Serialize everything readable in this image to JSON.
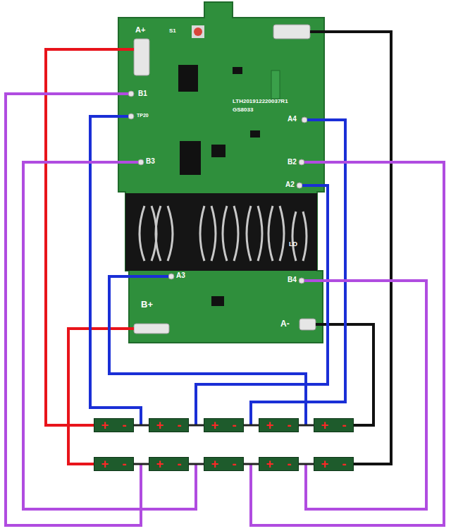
{
  "diagram": {
    "nodes": [
      {
        "text": [
          "+",
          "-"
        ]
      },
      {
        "text": [
          "+",
          "-"
        ]
      },
      {
        "text": [
          "+",
          "-"
        ]
      },
      {
        "text": [
          "+",
          "-"
        ]
      },
      {
        "text": [
          "+",
          "-"
        ]
      },
      {
        "text": [
          "+",
          "-"
        ]
      },
      {
        "text": [
          "+",
          "-"
        ]
      },
      {
        "text": [
          "+",
          "-"
        ]
      },
      {
        "text": [
          "+",
          "-"
        ]
      },
      {
        "text": [
          "+",
          "-"
        ]
      }
    ],
    "edges": [
      {
        "from": 0,
        "to": 1,
        "arrow": "none"
      },
      {
        "from": 1,
        "to": 2,
        "arrow": "none"
      },
      {
        "from": 2,
        "to": 3,
        "arrow": "none"
      },
      {
        "from": 3,
        "to": 4,
        "arrow": "none"
      },
      {
        "from": 5,
        "to": 6,
        "arrow": "none"
      },
      {
        "from": 6,
        "to": 7,
        "arrow": "none"
      },
      {
        "from": 7,
        "to": 8,
        "arrow": "none"
      },
      {
        "from": 8,
        "to": 9,
        "arrow": "none"
      }
    ],
    "labels": [
      "S1",
      "A+",
      "B1",
      "TP20",
      "LTH201912220037R1",
      "GS8033",
      "A4",
      "B3",
      "B2",
      "A2",
      "LD",
      "A3",
      "B4",
      "B+",
      "A-"
    ]
  }
}
